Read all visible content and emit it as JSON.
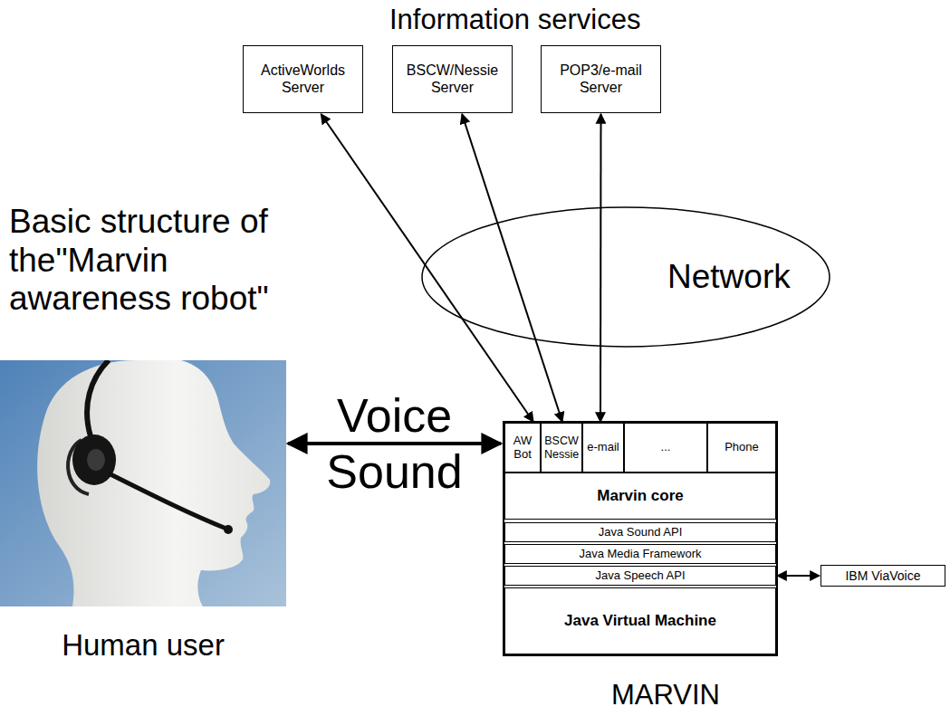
{
  "diagram": {
    "title": "Basic structure of the\"Marvin awareness robot\"",
    "nodes": [
      {
        "text": [
          "ActiveWorlds Server"
        ]
      },
      {
        "text": [
          "BSCW/Nessie Server"
        ]
      },
      {
        "text": [
          "POP3/e-mail Server"
        ]
      },
      {
        "text": [
          "Network"
        ]
      },
      {
        "text": [
          "Human user"
        ]
      },
      {
        "text": [
          "MARVIN"
        ]
      },
      {
        "text": [
          "AW Bot"
        ],
        "in": 5
      },
      {
        "text": [
          "BSCW Nessie"
        ],
        "in": 5
      },
      {
        "text": [
          "e-mail"
        ],
        "in": 5
      },
      {
        "text": [
          "..."
        ],
        "in": 5
      },
      {
        "text": [
          "Phone"
        ],
        "in": 5
      },
      {
        "text": [
          "Marvin core"
        ],
        "in": 5
      },
      {
        "text": [
          "Java Sound API"
        ],
        "in": 5
      },
      {
        "text": [
          "Java Media Framework"
        ],
        "in": 5
      },
      {
        "text": [
          "Java Speech API"
        ],
        "in": 5
      },
      {
        "text": [
          "Java Virtual Machine"
        ],
        "in": 5
      },
      {
        "text": [
          "IBM ViaVoice"
        ]
      }
    ],
    "edges": [
      {
        "from": 0,
        "to": 6,
        "arrow": "both"
      },
      {
        "from": 1,
        "to": 7,
        "arrow": "both"
      },
      {
        "from": 2,
        "to": 8,
        "arrow": "both"
      },
      {
        "from": 4,
        "to": 5,
        "label": "Voice Sound",
        "arrow": "both"
      },
      {
        "from": 14,
        "to": 16,
        "arrow": "both"
      }
    ],
    "labels": [
      "Information services"
    ]
  }
}
